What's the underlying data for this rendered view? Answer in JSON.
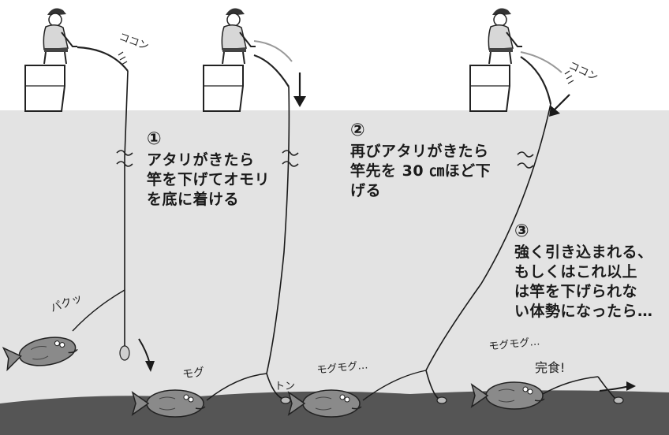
{
  "step1": {
    "number": "①",
    "lines": [
      "アタリがきたら",
      "竿を下げてオモリ",
      "を底に着ける"
    ]
  },
  "step2": {
    "number": "②",
    "lines": [
      "再びアタリがきたら",
      "竿先を 30 ㎝ほど下",
      "げる"
    ]
  },
  "step3": {
    "number": "③",
    "lines": [
      "強く引き込まれる、",
      "もしくはこれ以上",
      "は竿を下げられな",
      "い体勢になったら…"
    ]
  },
  "sfx": {
    "kokon_1": "ココン",
    "kokon_2": "ココン",
    "pakutsu": "パクッ",
    "mogu": "モグ",
    "ton": "トン",
    "mogumogu_1": "モグモグ…",
    "mogumogu_2": "モグモグ…",
    "kanshoku": "完食!"
  },
  "colors": {
    "water": "#e3e3e3",
    "seabed": "#555555",
    "fish": "#8a8a8a",
    "line": "#1a1a1a"
  }
}
